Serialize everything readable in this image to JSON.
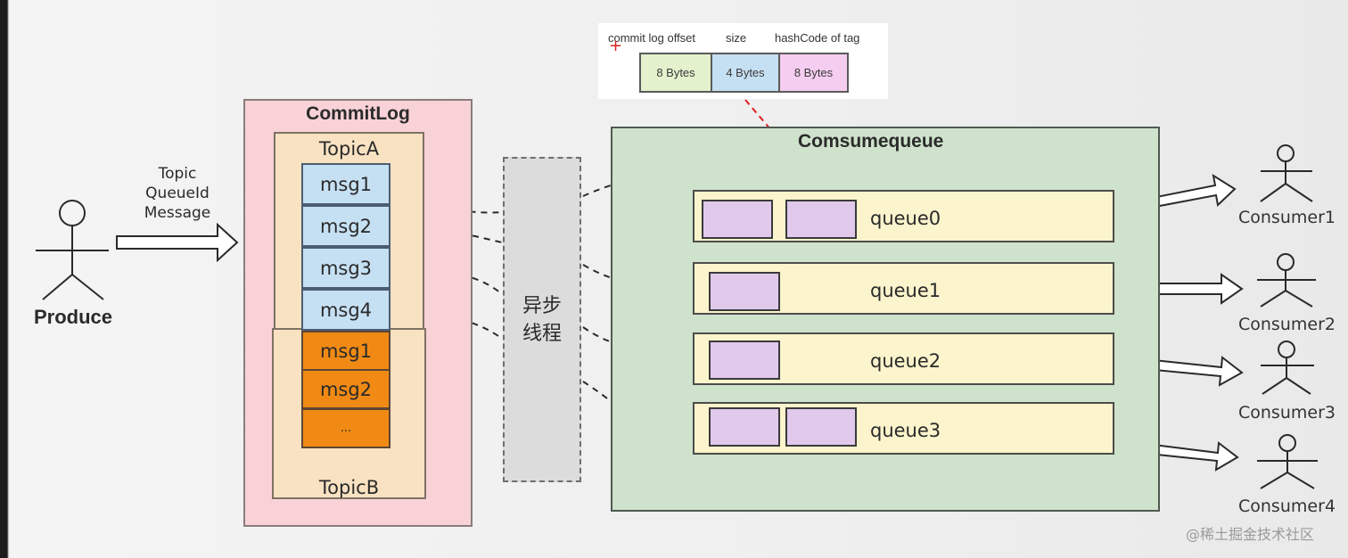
{
  "producer": {
    "label": "Produce",
    "message_fields": [
      "Topic",
      "QueueId",
      "Message"
    ]
  },
  "commitlog": {
    "title": "CommitLog",
    "topicA": {
      "label": "TopicA",
      "messages": [
        "msg1",
        "msg2",
        "msg3",
        "msg4"
      ]
    },
    "topicB": {
      "label": "TopicB",
      "messages": [
        "msg1",
        "msg2",
        "..."
      ]
    }
  },
  "async_thread": {
    "line1": "异步",
    "line2": "线程"
  },
  "entry_format": {
    "headers": [
      "commit log offset",
      "size",
      "hashCode of tag"
    ],
    "cells": [
      "8 Bytes",
      "4 Bytes",
      "8 Bytes"
    ]
  },
  "consumequeue": {
    "title": "Comsumequeue",
    "queues": [
      "queue0",
      "queue1",
      "queue2",
      "queue3"
    ]
  },
  "consumers": [
    "Consumer1",
    "Consumer2",
    "Consumer3",
    "Consumer4"
  ],
  "watermark": "@稀土掘金技术社区",
  "colors": {
    "commitlog_bg": "#f8d2d6",
    "topic_bg": "#f8e2c2",
    "msgA_bg": "#c6e0f3",
    "msgB_bg": "#f08a14",
    "consumequeue_bg": "#cfe2cc",
    "queue_bg": "#fbf4cc",
    "slot_bg": "#e1c9ec",
    "cell_green": "#e4f1cd",
    "cell_blue": "#c6e0f3",
    "cell_pink": "#f5cdf0",
    "pointer_red": "#e02020"
  }
}
